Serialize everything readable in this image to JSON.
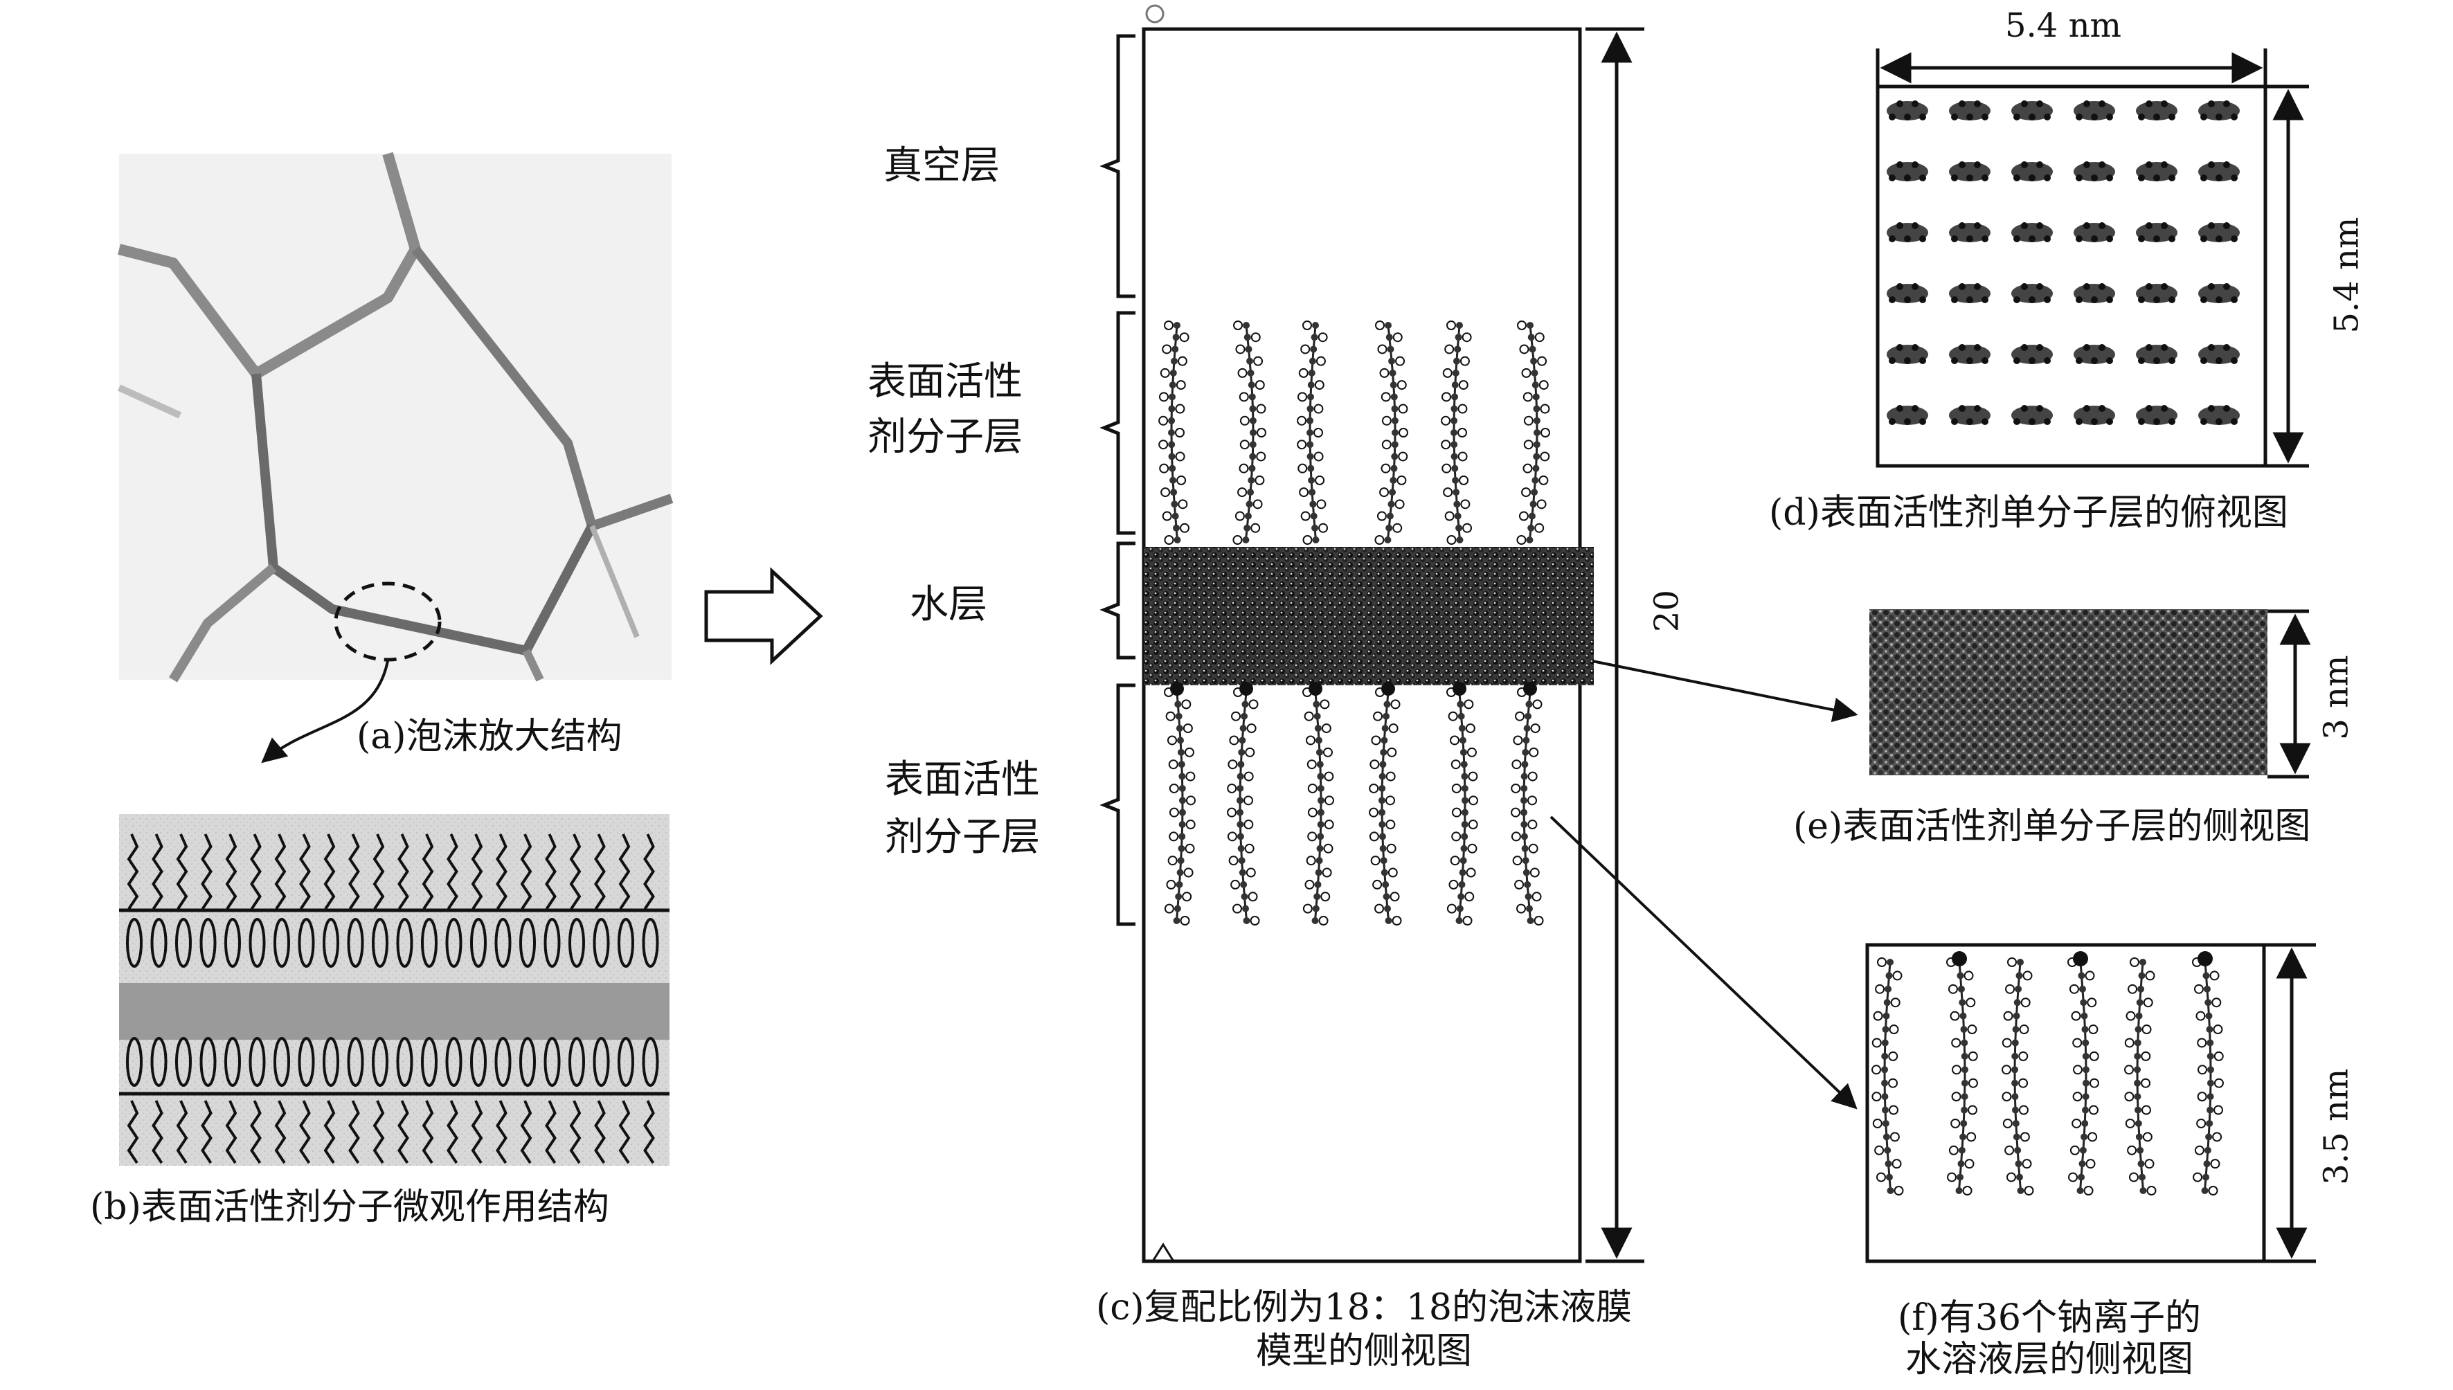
{
  "panels": {
    "a": {
      "caption": "(a)泡沫放大结构"
    },
    "b": {
      "caption": "(b)表面活性剂分子微观作用结构"
    },
    "c": {
      "caption_line1": "(c)复配比例为18：18的泡沫液膜",
      "caption_line2": "模型的侧视图",
      "layers": {
        "vacuum": "真空层",
        "surfactant_top_line1": "表面活性",
        "surfactant_top_line2": "剂分子层",
        "water": "水层",
        "surfactant_bottom_line1": "表面活性",
        "surfactant_bottom_line2": "剂分子层"
      },
      "height_label": "20"
    },
    "d": {
      "caption": "(d)表面活性剂单分子层的俯视图",
      "width_label": "5.4 nm",
      "height_label": "5.4 nm"
    },
    "e": {
      "caption": "(e)表面活性剂单分子层的侧视图",
      "height_label": "3 nm"
    },
    "f": {
      "caption_line1": "(f)有36个钠离子的",
      "caption_line2": "水溶液层的侧视图",
      "height_label": "3.5 nm"
    }
  },
  "colors": {
    "ink": "#111111",
    "membrane_gray": "#9a9a9a",
    "foam_bg": "#eeeeee"
  }
}
